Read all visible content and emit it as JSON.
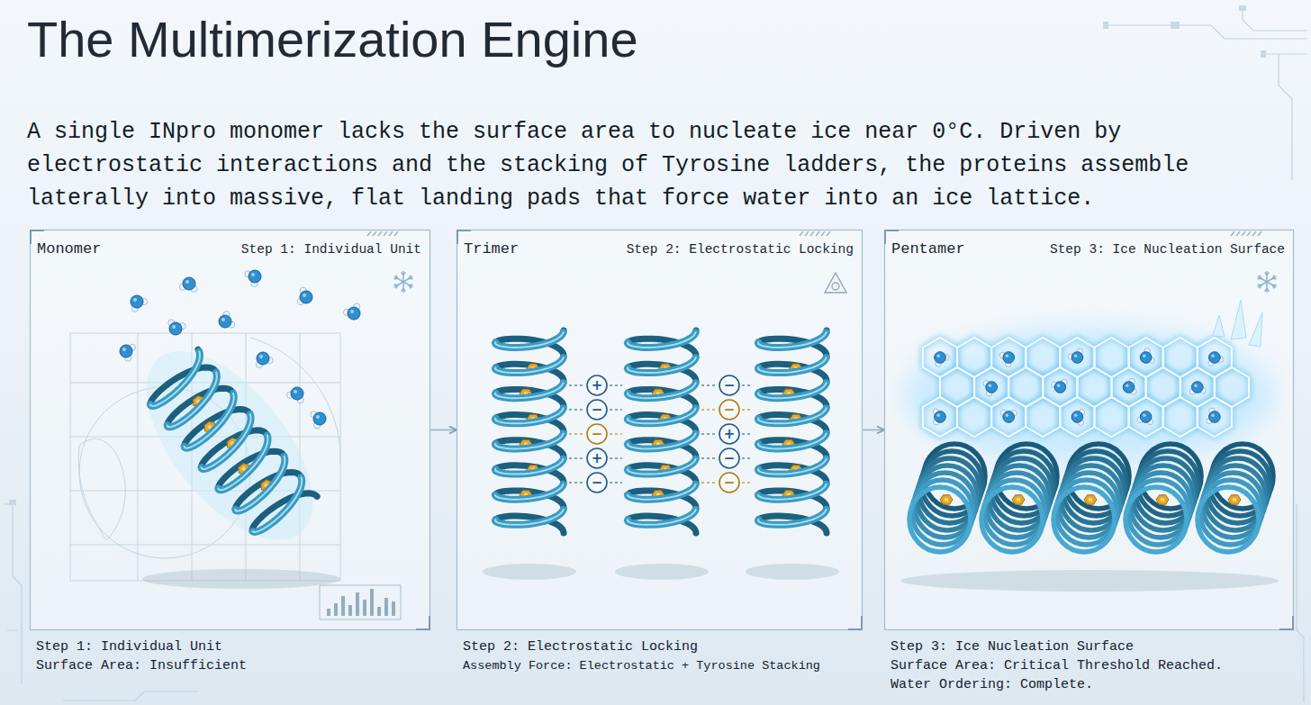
{
  "diagram": {
    "title": "The Multimerization Engine",
    "caption": "A single INpro monomer lacks the surface area to nucleate ice near 0°C. Driven by electrostatic interactions and the stacking of Tyrosine ladders, the proteins assemble laterally into massive, flat landing pads that force water into an ice lattice.",
    "nodes": [
      {
        "text": [
          "Monomer",
          "Step 1: Individual Unit",
          "Step 1: Individual Unit",
          "Surface Area: Insufficient"
        ]
      },
      {
        "text": [
          "Trimer",
          "Step 2: Electrostatic Locking",
          "Step 2: Electrostatic Locking",
          "Assembly Force: Electrostatic + Tyrosine Stacking"
        ]
      },
      {
        "text": [
          "Pentamer",
          "Step 3: Ice Nucleation Surface",
          "Step 3: Ice Nucleation Surface",
          "Surface Area: Critical Threshold Reached.",
          "Water Ordering: Complete."
        ]
      }
    ],
    "edges": [
      {
        "from": 0,
        "to": 1,
        "arrow": "to"
      },
      {
        "from": 1,
        "to": 2,
        "arrow": "to"
      }
    ],
    "labels": [
      "+",
      "−",
      "−",
      "+",
      "−",
      "−",
      "−",
      "+",
      "−",
      "−"
    ]
  }
}
